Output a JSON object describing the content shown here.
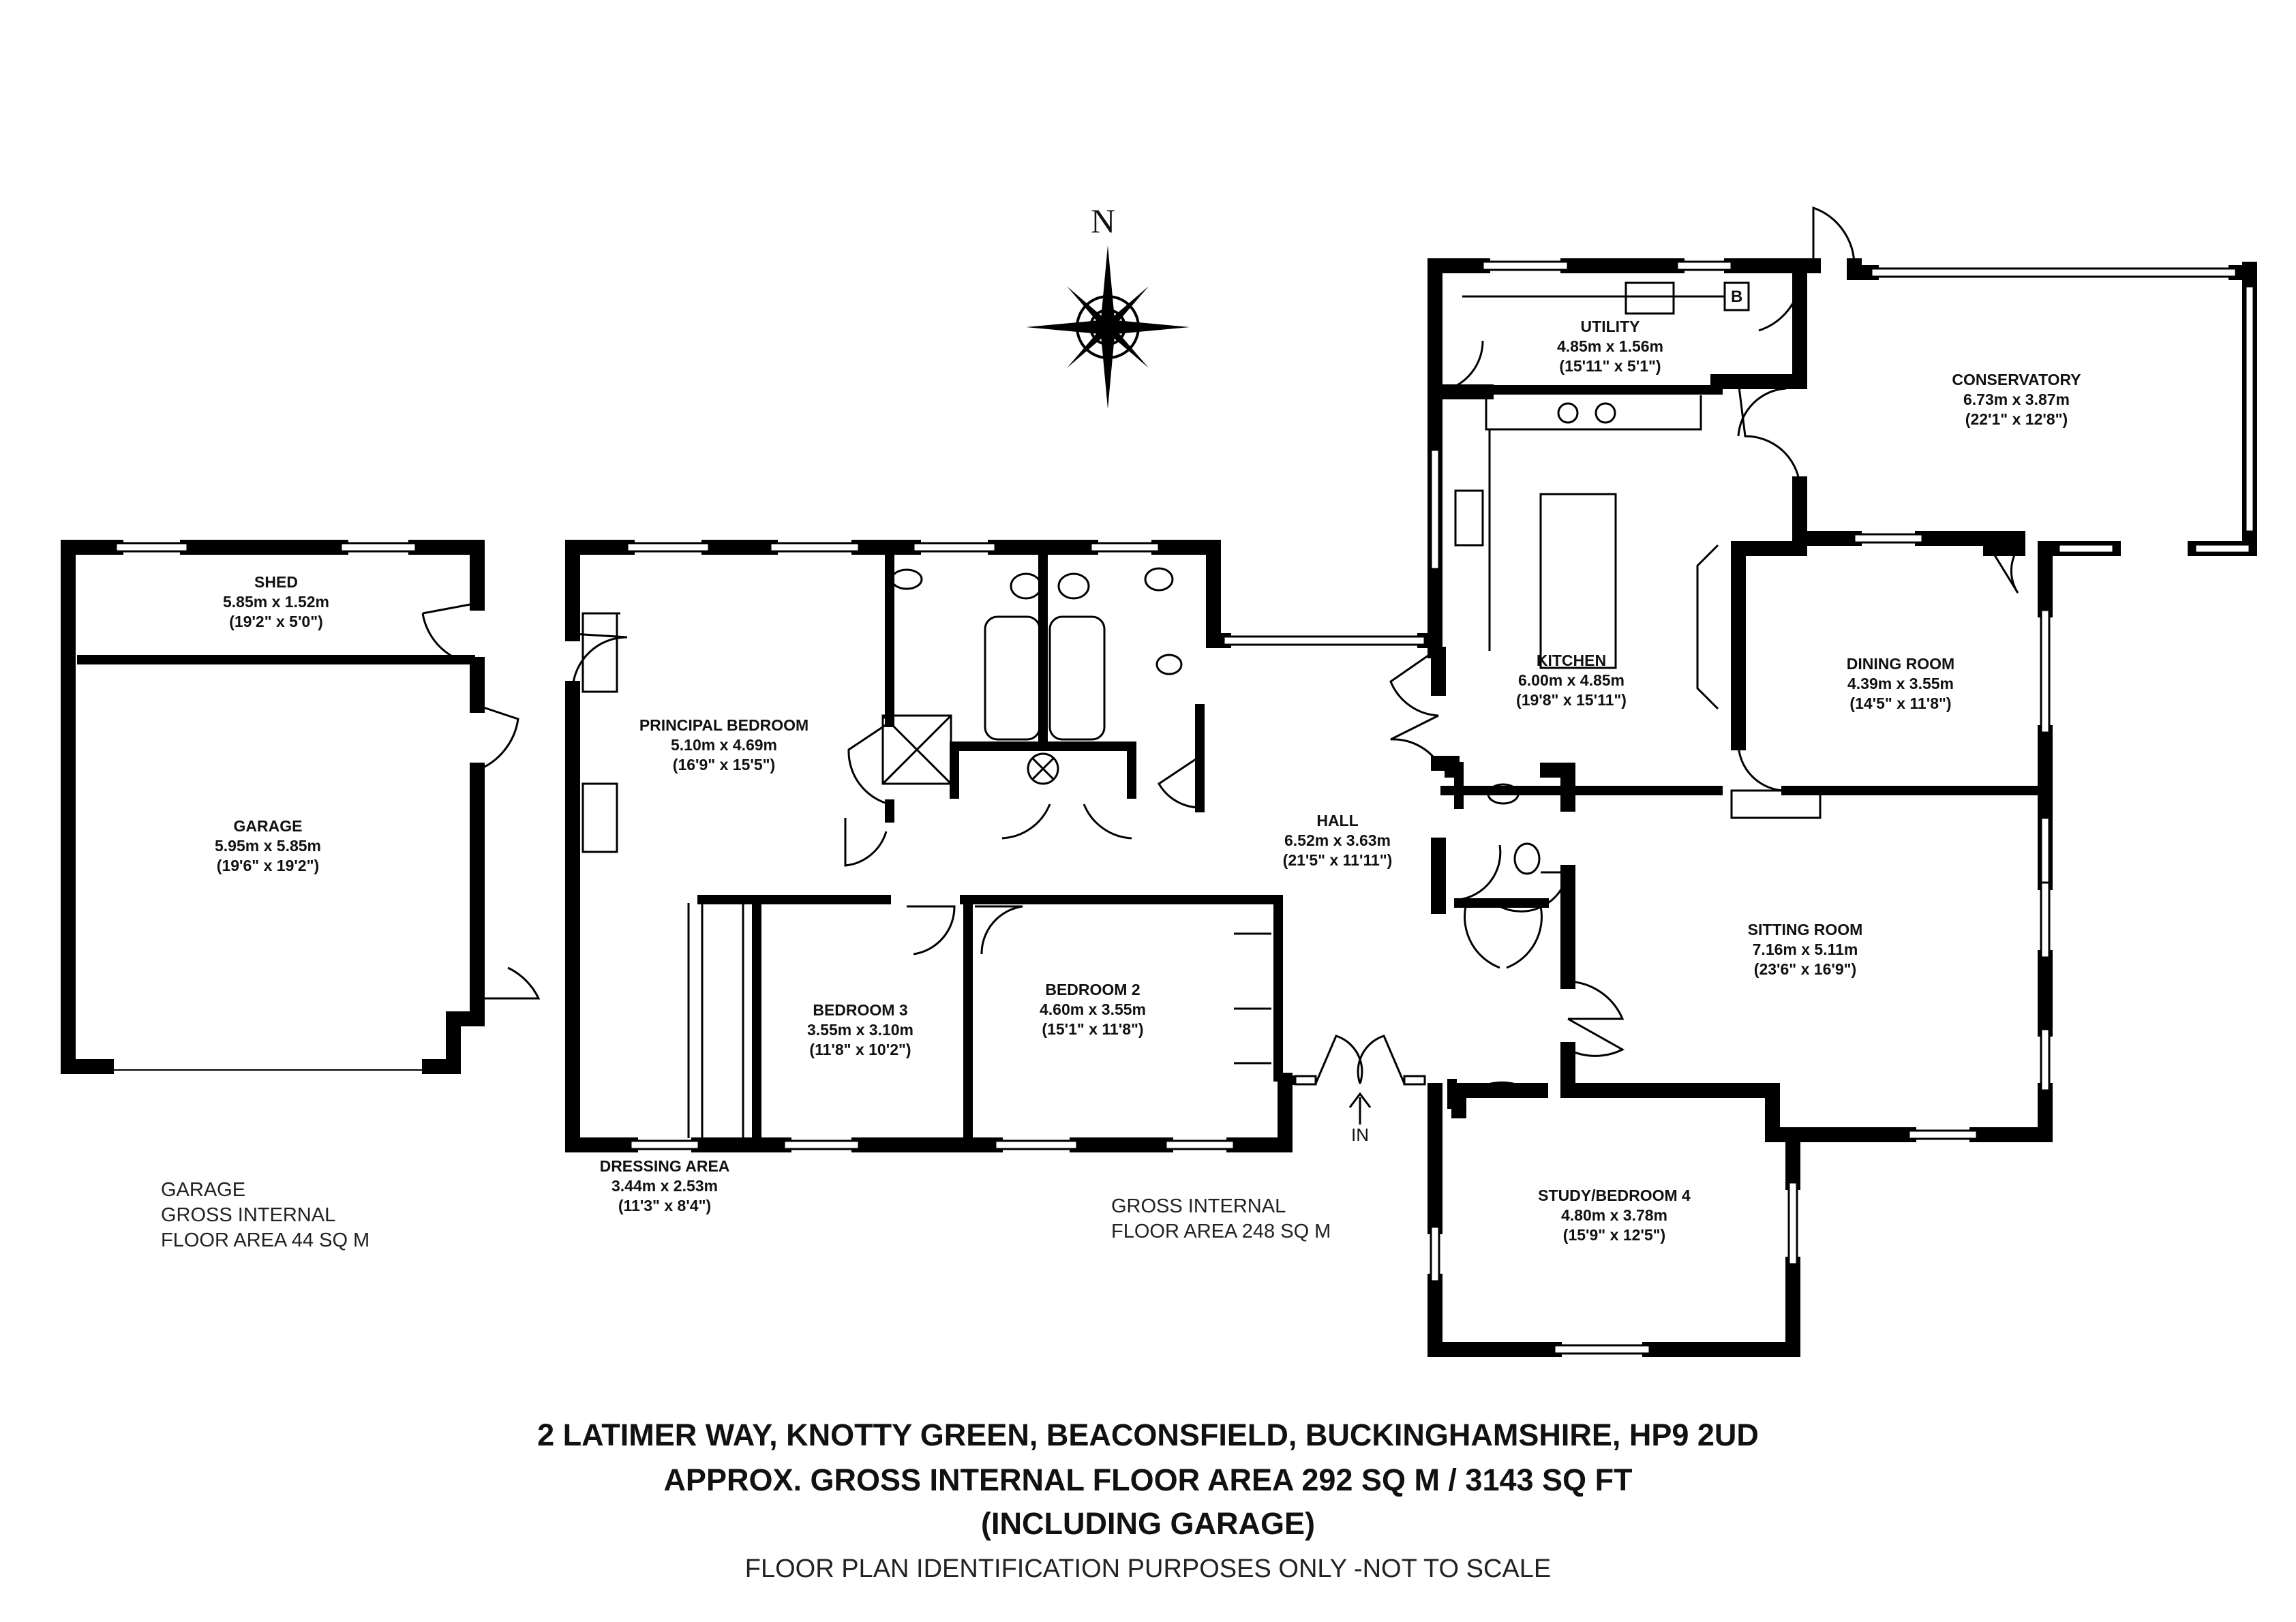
{
  "rooms": {
    "shed": {
      "name": "SHED",
      "metric": "5.85m x 1.52m",
      "imperial": "(19'2\" x 5'0\")"
    },
    "garage": {
      "name": "GARAGE",
      "metric": "5.95m x 5.85m",
      "imperial": "(19'6\" x 19'2\")"
    },
    "principal_bedroom": {
      "name": "PRINCIPAL BEDROOM",
      "metric": "5.10m x 4.69m",
      "imperial": "(16'9\" x 15'5\")"
    },
    "bedroom3": {
      "name": "BEDROOM 3",
      "metric": "3.55m x 3.10m",
      "imperial": "(11'8\" x 10'2\")"
    },
    "bedroom2": {
      "name": "BEDROOM 2",
      "metric": "4.60m x 3.55m",
      "imperial": "(15'1\" x 11'8\")"
    },
    "dressing_area": {
      "name": "DRESSING AREA",
      "metric": "3.44m x 2.53m",
      "imperial": "(11'3\" x 8'4\")"
    },
    "hall": {
      "name": "HALL",
      "metric": "6.52m x 3.63m",
      "imperial": "(21'5\" x 11'11\")"
    },
    "utility": {
      "name": "UTILITY",
      "metric": "4.85m x 1.56m",
      "imperial": "(15'11\" x 5'1\")"
    },
    "kitchen": {
      "name": "KITCHEN",
      "metric": "6.00m x 4.85m",
      "imperial": "(19'8\" x 15'11\")"
    },
    "conservatory": {
      "name": "CONSERVATORY",
      "metric": "6.73m x 3.87m",
      "imperial": "(22'1\" x 12'8\")"
    },
    "dining_room": {
      "name": "DINING ROOM",
      "metric": "4.39m x 3.55m",
      "imperial": "(14'5\" x 11'8\")"
    },
    "sitting_room": {
      "name": "SITTING ROOM",
      "metric": "7.16m x 5.11m",
      "imperial": "(23'6\" x 16'9\")"
    },
    "study": {
      "name": "STUDY/BEDROOM 4",
      "metric": "4.80m x 3.78m",
      "imperial": "(15'9\" x 12'5\")"
    }
  },
  "labels": {
    "north": "N",
    "entrance": "IN",
    "boiler": "B"
  },
  "garage_area": {
    "line1": "GARAGE",
    "line2": "GROSS INTERNAL",
    "line3": "FLOOR AREA 44 SQ M"
  },
  "house_area": {
    "line1": "GROSS INTERNAL",
    "line2": "FLOOR AREA 248 SQ M"
  },
  "title": {
    "line1": "2 LATIMER WAY, KNOTTY GREEN, BEACONSFIELD, BUCKINGHAMSHIRE, HP9 2UD",
    "line2": "APPROX. GROSS INTERNAL FLOOR AREA 292 SQ M / 3143 SQ FT",
    "line3": "(INCLUDING GARAGE)"
  },
  "footer": "FLOOR PLAN IDENTIFICATION PURPOSES ONLY -NOT TO SCALE",
  "colors": {
    "wall": "#000000",
    "background": "#ffffff",
    "text": "#111111"
  }
}
